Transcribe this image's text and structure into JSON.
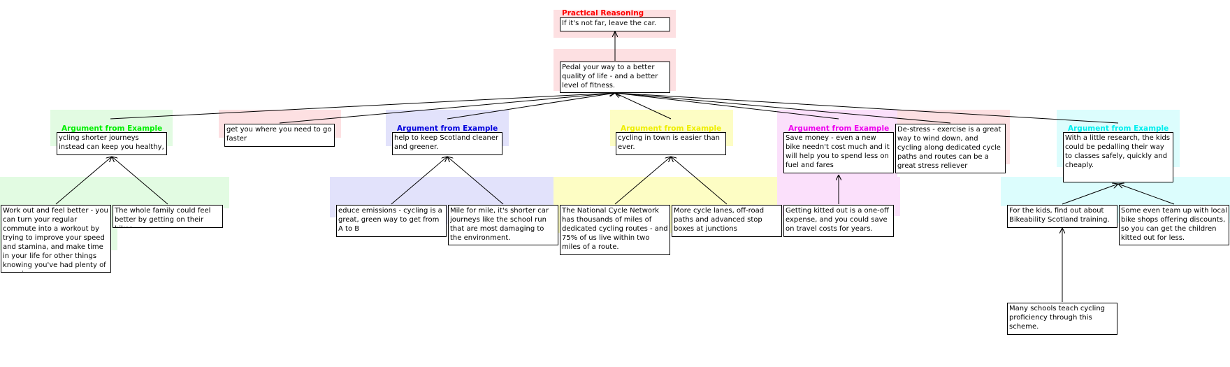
{
  "colors": {
    "red": "#ff0000",
    "red_halo": "#fde0e2",
    "green": "#00ee00",
    "green_halo": "#e2fbe2",
    "blue": "#0000dd",
    "blue_halo": "#e2e2fb",
    "yellow": "#eeee00",
    "yellow_halo": "#fdfdc4",
    "magenta": "#ee00ee",
    "magenta_halo": "#fbe0fb",
    "cyan": "#00eeee",
    "cyan_halo": "#dcfdfd"
  },
  "schemes": {
    "practical": "Practical Reasoning",
    "example_green": "Argument from Example",
    "example_blue": "Argument from Example",
    "example_yellow": "Argument from Example",
    "example_magenta": "Argument from Example",
    "example_cyan": "Argument from Example"
  },
  "nodes": {
    "conclusion": "If it's not far, leave the car.",
    "pedal": "Pedal your way to a better quality of life - and a better level of fitness.",
    "healthy": "ycling shorter journeys instead can keep you healthy,",
    "faster": "get you where you need to go faster",
    "greener": "help to keep Scotland cleaner and greener.",
    "easier": "cycling in town is easier than ever.",
    "save_money": "Save money - even a new bike needn't cost much and it will help you to spend less on fuel and fares",
    "destress": "De-stress - exercise is a great way to wind down, and cycling along dedicated cycle paths and routes can be a great stress reliever",
    "kids": "With a little research, the kids could be pedalling their way to classes safely, quickly and cheaply.",
    "workout": "Work out and feel better - you can turn your regular commute into a workout by trying to improve your speed and stamina, and make time in your life for other things knowing you've had plenty of exercise",
    "family": "The whole family could feel better by getting on their bikes",
    "emissions": "educe emissions - cycling is a great, green way to get from A to B",
    "mile": "Mile for mile, it's shorter car journeys like the school run that are most damaging to the environment.",
    "network": "The National Cycle Network has thousands of miles of dedicated cycling routes - and 75% of us live within two miles of a route.",
    "lanes": "More cycle lanes, off-road paths and advanced stop boxes at junctions",
    "kitted": "Getting kitted out is a one-off expense, and you could save on travel costs for years.",
    "bikeability": "For the kids, find out about Bikeability Scotland training.",
    "shops": "Some even team up with local bike shops offering discounts, so you can get the children kitted out for less.",
    "schools": "Many schools teach cycling proficiency through this scheme."
  }
}
